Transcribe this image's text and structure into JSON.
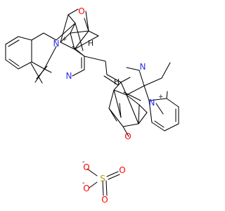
{
  "atom_labels": {
    "n_top": "N",
    "n_top_charge": "+",
    "n_pyr_top": "N",
    "o_top": "O",
    "h_top": "H",
    "h_center": "H",
    "n_pyr_bottom": "N",
    "n_bottom": "N",
    "n_bottom_charge": "+",
    "o_bottom": "O",
    "o_minus_1": "O",
    "o_minus_1_charge": "-",
    "o_minus_2": "O",
    "o_minus_2_charge": "-",
    "sulfur": "S",
    "o_right": "O",
    "o_bottom_s": "O"
  },
  "colors": {
    "nitrogen": "#2e2ef0",
    "oxygen": "#ff0000",
    "sulfur": "#b39a00",
    "bond": "#000000"
  }
}
